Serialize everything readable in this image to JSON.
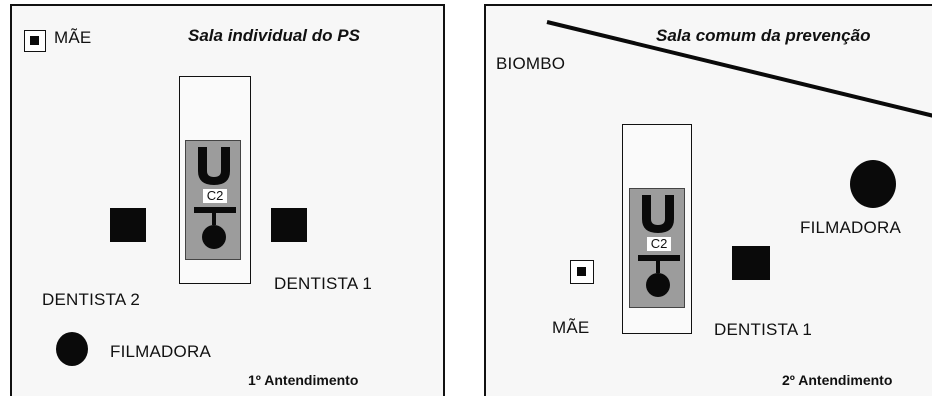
{
  "panels": [
    {
      "title": "Sala individual do PS",
      "footer": "1º Antendimento",
      "labels": {
        "mother": "MÃE",
        "dentist1": "DENTISTA 1",
        "dentist2": "DENTISTA 2",
        "camera": "FILMADORA",
        "chair": "C2"
      }
    },
    {
      "title": "Sala comum da prevenção",
      "footer": "2º Antendimento",
      "labels": {
        "screen": "BIOMBO",
        "mother": "MÃE",
        "dentist1": "DENTISTA 1",
        "camera": "FILMADORA",
        "chair": "C2"
      }
    }
  ],
  "colors": {
    "marker": "#0a0a0a",
    "chair_fill": "#9c9c9c",
    "background": "#f7f7f7"
  }
}
